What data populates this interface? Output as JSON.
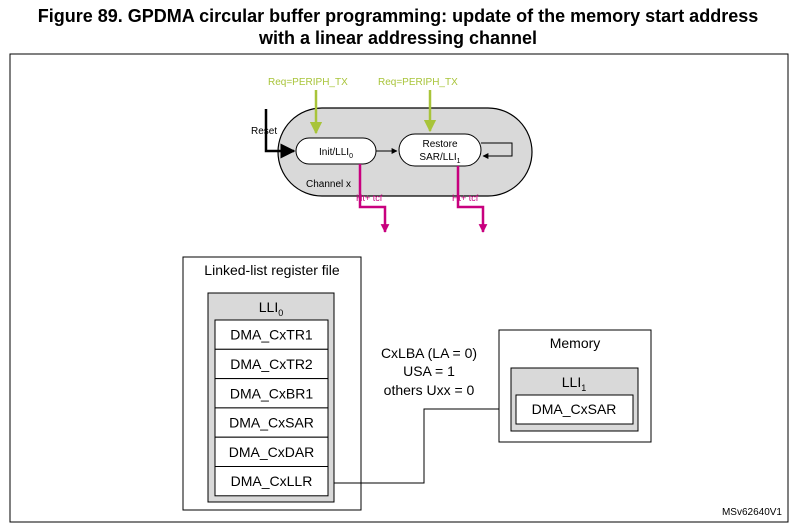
{
  "figure": {
    "title_line1": "Figure 89. GPDMA circular buffer programming: update of the memory start address",
    "title_line2": "with a linear addressing channel",
    "id": "MSv62640V1"
  },
  "state_machine": {
    "req1": "Req=PERIPH_TX",
    "req2": "Req=PERIPH_TX",
    "reset": "Reset",
    "state1": {
      "base": "Init/LLI",
      "sub": "0"
    },
    "state2_line1": "Restore",
    "state2_line2": {
      "base": "SAR/LLI",
      "sub": "1"
    },
    "channel": "Channel x",
    "evt1": "Ht+ tcf",
    "evt2": "Ht+ tcf"
  },
  "register_file": {
    "title": "Linked-list register file",
    "lli": {
      "base": "LLI",
      "sub": "0"
    },
    "registers": [
      "DMA_CxTR1",
      "DMA_CxTR2",
      "DMA_CxBR1",
      "DMA_CxSAR",
      "DMA_CxDAR",
      "DMA_CxLLR"
    ]
  },
  "config": {
    "line1": "CxLBA (LA = 0)",
    "line2": "USA = 1",
    "line3": "others Uxx = 0"
  },
  "memory": {
    "title": "Memory",
    "lli": {
      "base": "LLI",
      "sub": "1"
    },
    "register": "DMA_CxSAR"
  },
  "colors": {
    "request": "#a8c43a",
    "event": "#c8007e",
    "channel_fill": "#d9d9d9",
    "lli_fill": "#d9d9d9"
  }
}
